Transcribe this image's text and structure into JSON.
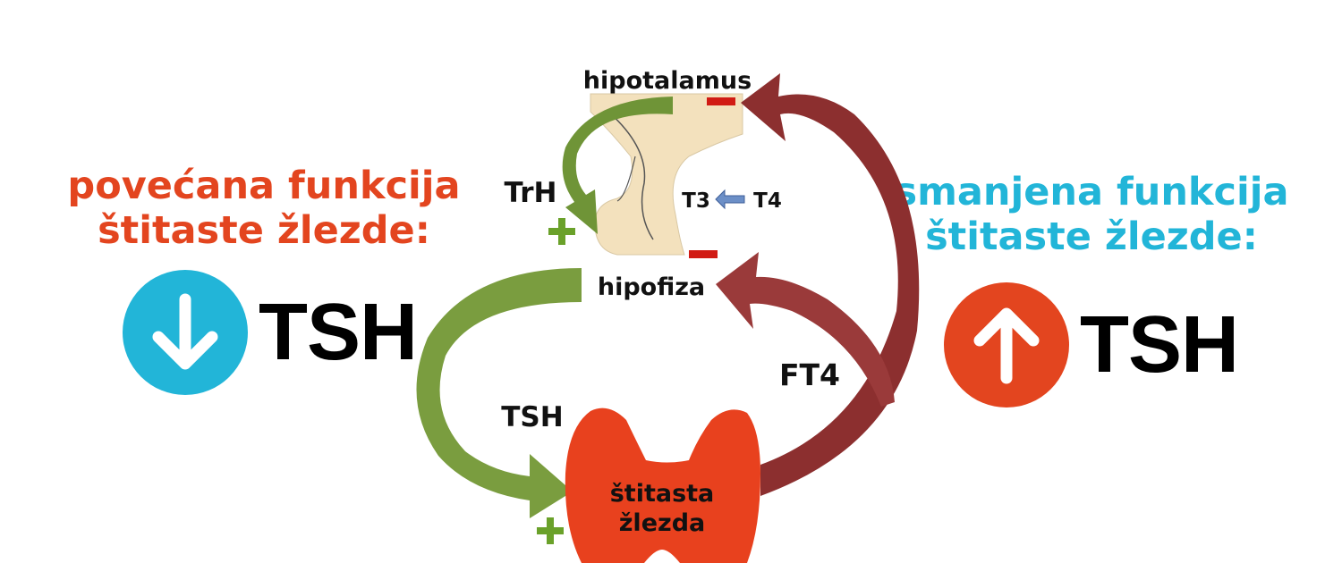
{
  "colors": {
    "increased": "#e3451f",
    "decreased": "#22b5d8",
    "green_arrow": "#6f9437",
    "red_arrow": "#8c2f2f",
    "gland": "#e8411e",
    "brain": "#f3e1bd",
    "plus": "#6aa12a",
    "minus": "#d11b14"
  },
  "left_panel": {
    "title_line1": "povećana funkcija",
    "title_line2": "štitaste žlezde:",
    "icon": "arrow-down-circle-icon",
    "label": "TSH"
  },
  "right_panel": {
    "title_line1": "smanjena funkcija",
    "title_line2": "štitaste žlezde:",
    "icon": "arrow-up-circle-icon",
    "label": "TSH"
  },
  "diagram": {
    "hypothalamus": "hipotalamus",
    "pituitary": "hipofiza",
    "gland_line1": "štitasta",
    "gland_line2": "žlezda",
    "trh": "TrH",
    "tsh": "TSH",
    "ft4": "FT4",
    "t3": "T3",
    "t4": "T4",
    "plus": "+",
    "minus": "–"
  }
}
